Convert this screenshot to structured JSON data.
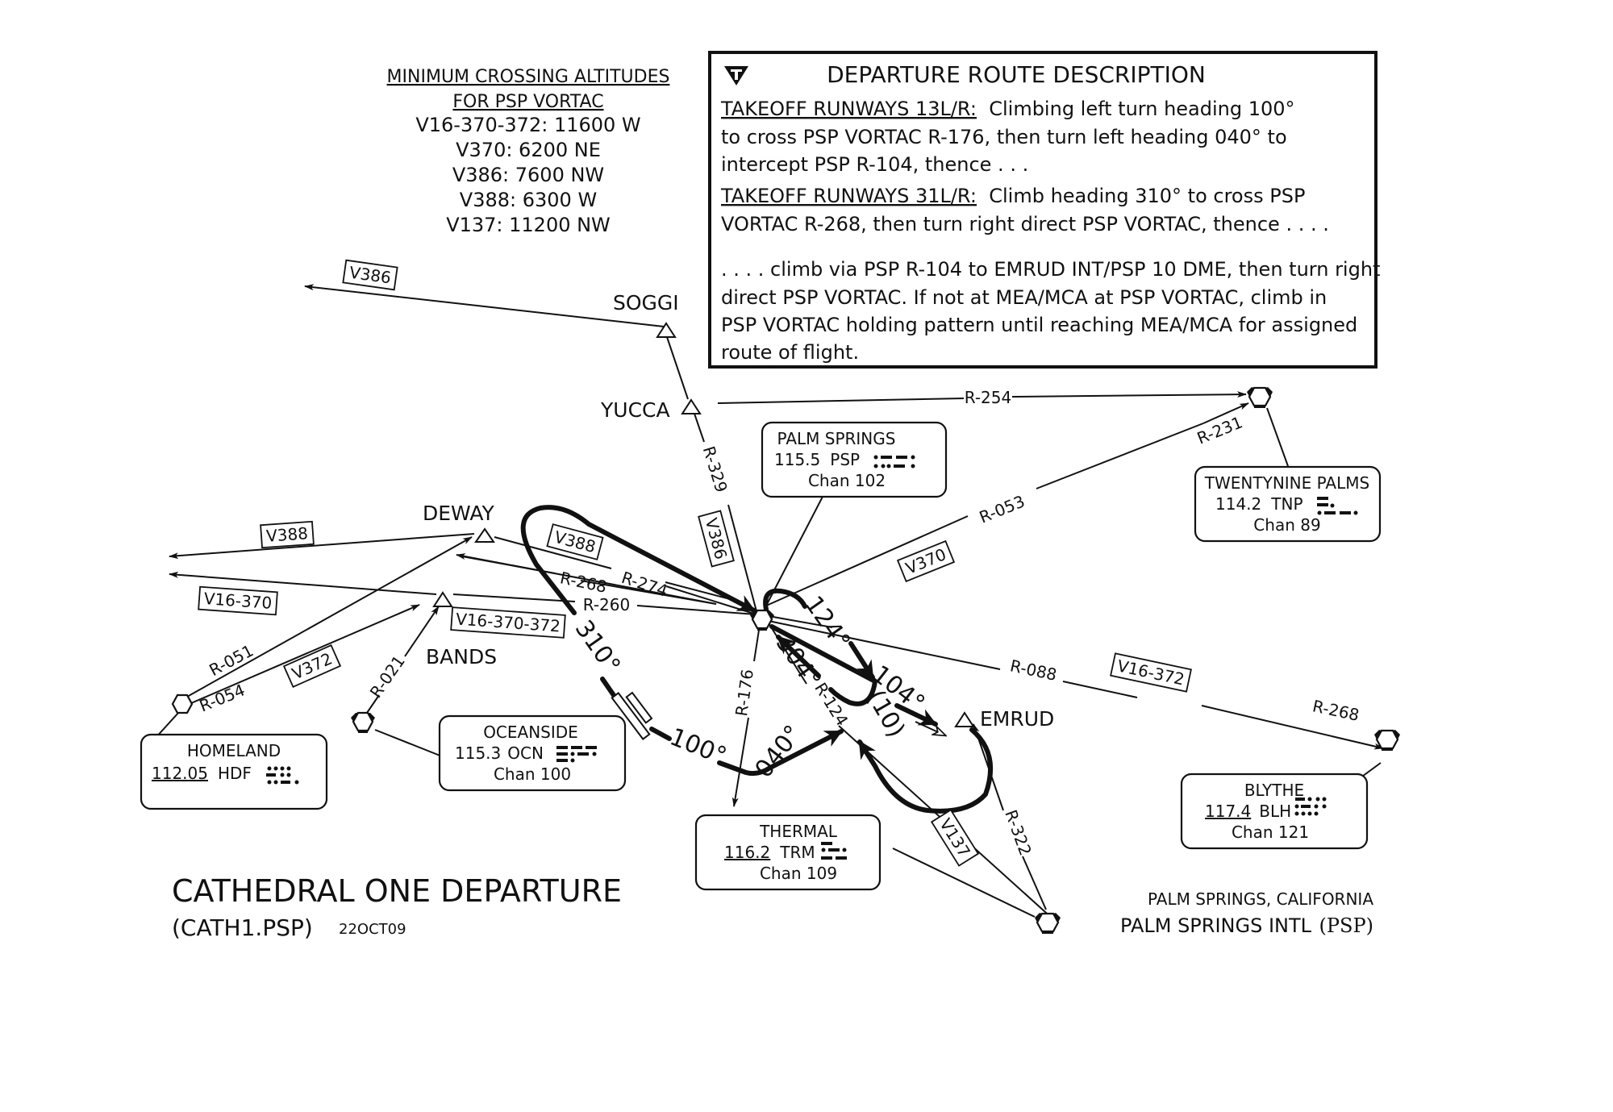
{
  "chart": {
    "title": "CATHEDRAL ONE DEPARTURE",
    "code": "(CATH1.PSP)",
    "date": "22OCT09",
    "location_city": "PALM SPRINGS, CALIFORNIA",
    "airport_name": "PALM SPRINGS INTL",
    "airport_id": "(PSP)"
  },
  "mca": {
    "title_line1": "MINIMUM CROSSING ALTITUDES",
    "title_line2": "FOR PSP VORTAC",
    "lines": [
      "V16-370-372: 11600 W",
      "V370:  6200 NE",
      "V386:  7600 NW",
      "V388:  6300 W",
      "V137:  11200 NW"
    ]
  },
  "description": {
    "icon": "takeoff-minimums-triangle-icon",
    "title": "DEPARTURE ROUTE DESCRIPTION",
    "rwy13_label": "TAKEOFF RUNWAYS 13L/R:",
    "rwy13_l1": "  Climbing left turn heading 100°",
    "rwy13_l2": "to cross PSP VORTAC R-176, then turn left heading 040° to",
    "rwy13_l3": "intercept  PSP R-104, thence . . .",
    "rwy31_label": "TAKEOFF RUNWAYS 31L/R:",
    "rwy31_l1": "  Climb heading 310° to cross PSP",
    "rwy31_l2": "VORTAC R-268, then turn right direct PSP VORTAC, thence . . . .",
    "common_l1": ". . . . climb via PSP R-104 to EMRUD INT/PSP 10 DME, then turn right",
    "common_l2": "direct PSP VORTAC.  If not at MEA/MCA at PSP VORTAC, climb in",
    "common_l3": "PSP VORTAC holding pattern until reaching MEA/MCA for assigned",
    "common_l4": "route of flight."
  },
  "fixes": {
    "soggi": "SOGGI",
    "yucca": "YUCCA",
    "deway": "DEWAY",
    "bands": "BANDS",
    "emrud": "EMRUD"
  },
  "navaids": {
    "psp": {
      "name": "PALM SPRINGS",
      "freq": "115.5",
      "ident": "PSP",
      "chan": "Chan 102"
    },
    "tnp": {
      "name": "TWENTYNINE PALMS",
      "freq": "114.2",
      "ident": "TNP",
      "chan": "Chan 89"
    },
    "hdf": {
      "name": "HOMELAND",
      "freq": "112.05",
      "ident": "HDF",
      "chan": ""
    },
    "ocn": {
      "name": "OCEANSIDE",
      "freq": "115.3",
      "ident": "OCN",
      "chan": "Chan 100"
    },
    "trm": {
      "name": "THERMAL",
      "freq": "116.2",
      "ident": "TRM",
      "chan": "Chan 109"
    },
    "blh": {
      "name": "BLYTHE",
      "freq": "117.4",
      "ident": "BLH",
      "chan": "Chan 121"
    }
  },
  "radials": {
    "r254": "R-254",
    "r231": "R-231",
    "r053": "R-053",
    "r329": "R-329",
    "r274": "R-274",
    "r268w": "R-268",
    "r260": "R-260",
    "r051": "R-051",
    "r054": "R-054",
    "r021": "R-021",
    "r176": "R-176",
    "r124": "R-124",
    "r088": "R-088",
    "r268e": "R-268",
    "r322": "R-322"
  },
  "airways": {
    "v386a": "V386",
    "v386b": "V386",
    "v388a": "V388",
    "v388b": "V388",
    "v16_370": "V16-370",
    "v16_370_372": "V16-370-372",
    "v372": "V372",
    "v370": "V370",
    "v16_372": "V16-372",
    "v137": "V137"
  },
  "headings": {
    "h310": "310°",
    "h100": "100°",
    "h040": "040°",
    "h124": "124°",
    "h304": "304°",
    "h104": "104°",
    "dme10": "(10)"
  }
}
